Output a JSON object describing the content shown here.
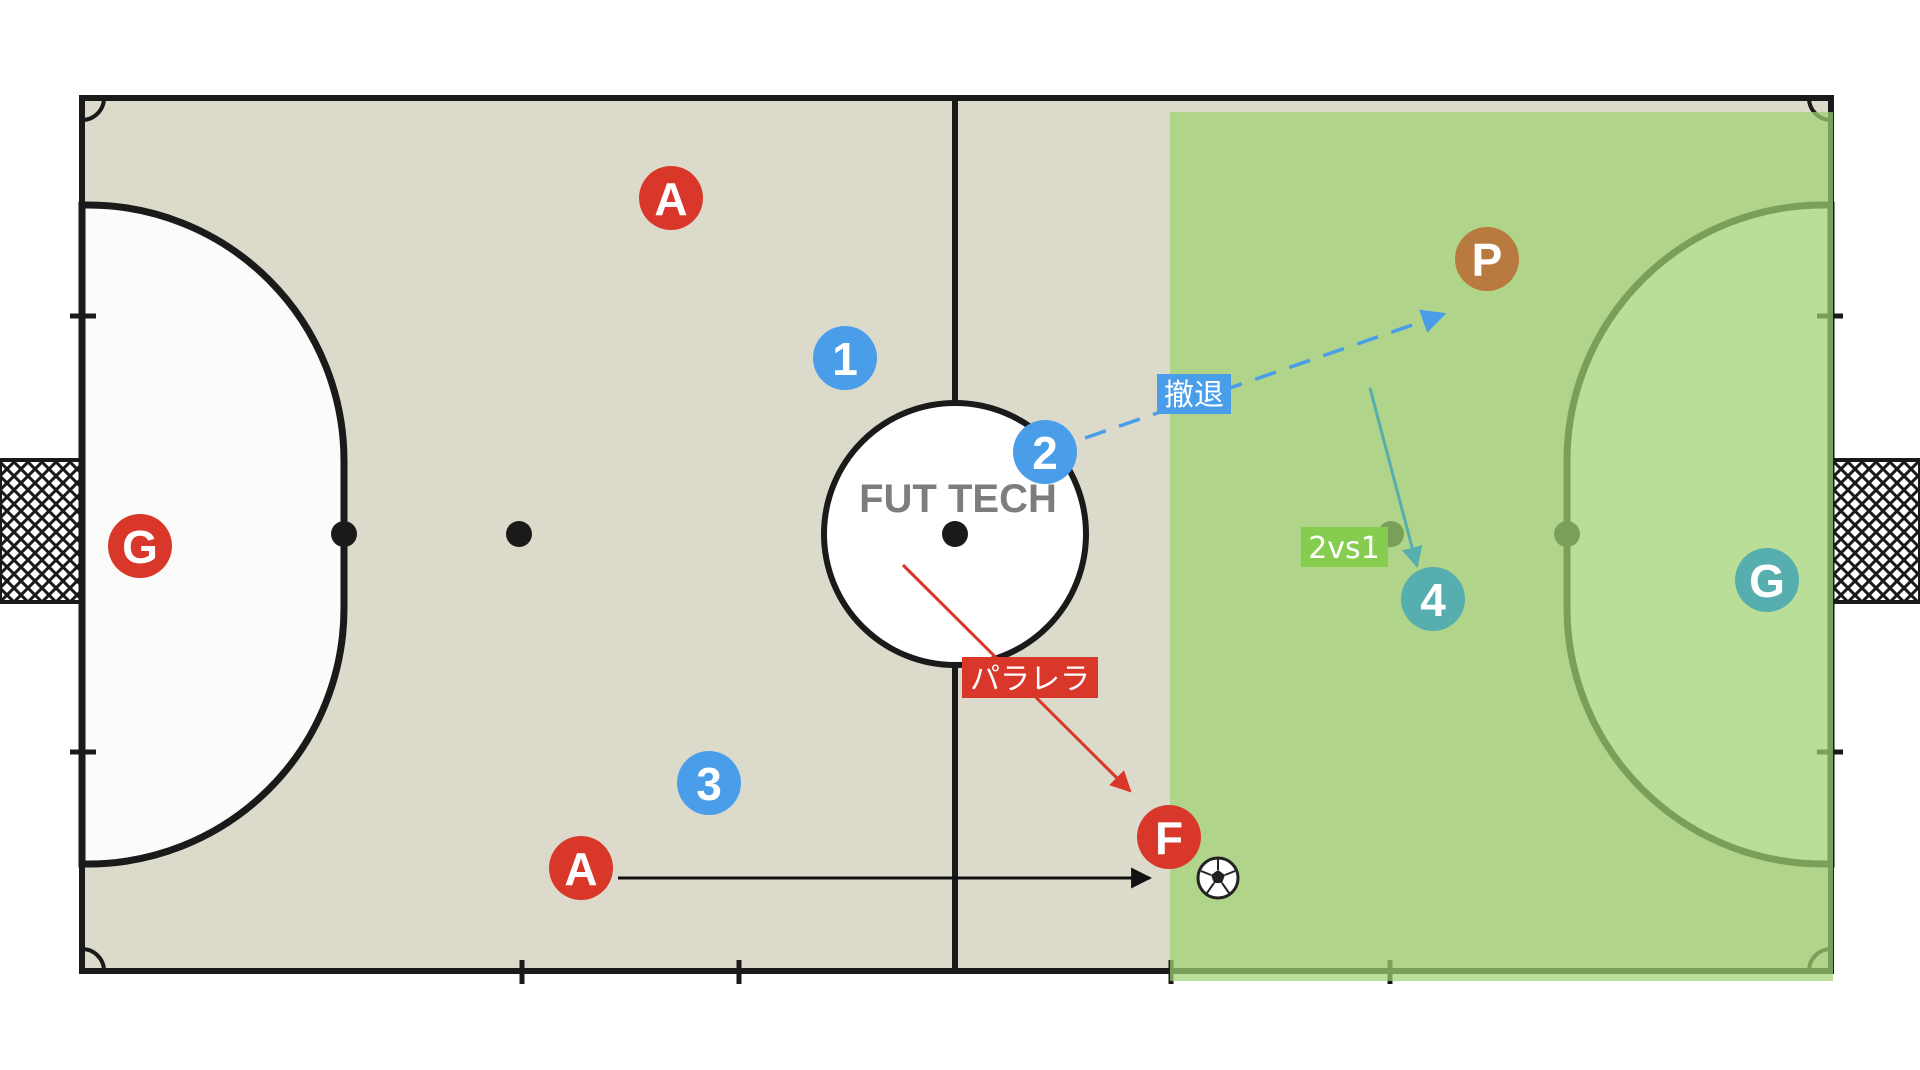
{
  "diagram": {
    "watermark": "FUT TECH",
    "labels": {
      "retreat": "撤退",
      "two_vs_one": "2vs1",
      "parallel": "パラレラ"
    },
    "players": {
      "red_goalkeeper": "G",
      "red_ala_top": "A",
      "red_ala_bottom": "A",
      "red_pivot_pass_target": "F",
      "blue_1": "1",
      "blue_2": "2",
      "blue_3": "3",
      "teal_4": "4",
      "teal_goalkeeper": "G",
      "orange_pivot": "P"
    },
    "colors": {
      "court_surface": "#dcdbcb",
      "court_lines": "#1a1a1a",
      "penalty_area": "#fbfbf9",
      "green_zone": "#9fd270",
      "red_player": "#d9372a",
      "blue_player": "#4a9de9",
      "teal_player": "#56aeae",
      "orange_player": "#b87a3e",
      "retreat_label_bg": "#4a9de9",
      "two_vs_one_label_bg": "#86cc4e",
      "parallel_label_bg": "#d9372a"
    },
    "icons": {
      "ball": "soccer-ball-icon"
    }
  }
}
